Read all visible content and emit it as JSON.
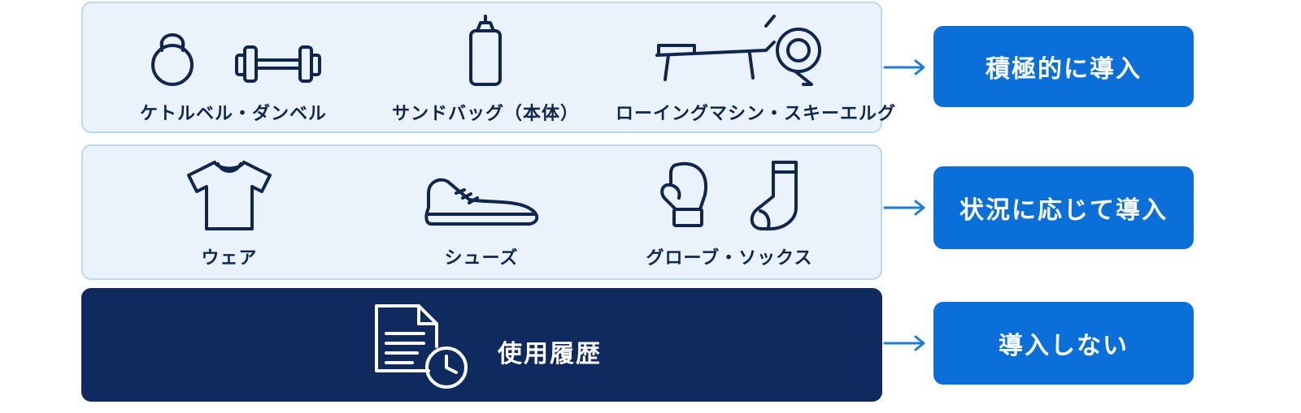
{
  "rows": [
    {
      "items": [
        {
          "label": "ケトルベル・ダンベル",
          "icons": [
            "kettlebell-icon",
            "dumbbell-icon"
          ]
        },
        {
          "label": "サンドバッグ（本体）",
          "icons": [
            "sandbag-icon"
          ]
        },
        {
          "label": "ローイングマシン・スキーエルグ",
          "icons": [
            "rowing-machine-icon"
          ]
        }
      ],
      "action": "積極的に導入"
    },
    {
      "items": [
        {
          "label": "ウェア",
          "icons": [
            "tshirt-icon"
          ]
        },
        {
          "label": "シューズ",
          "icons": [
            "shoe-icon"
          ]
        },
        {
          "label": "グローブ・ソックス",
          "icons": [
            "boxing-glove-icon",
            "sock-icon"
          ]
        }
      ],
      "action": "状況に応じて導入"
    },
    {
      "items": [
        {
          "label": "使用履歴",
          "icons": [
            "document-clock-icon"
          ]
        }
      ],
      "action": "導入しない"
    }
  ],
  "colors": {
    "light_row_bg": "#eaf3fc",
    "light_row_border": "#bcd7f0",
    "dark_row_bg": "#0f2a5e",
    "action_bg": "#0a6fd8",
    "arrow": "#1f7bd8",
    "text_dark": "#10264f"
  }
}
